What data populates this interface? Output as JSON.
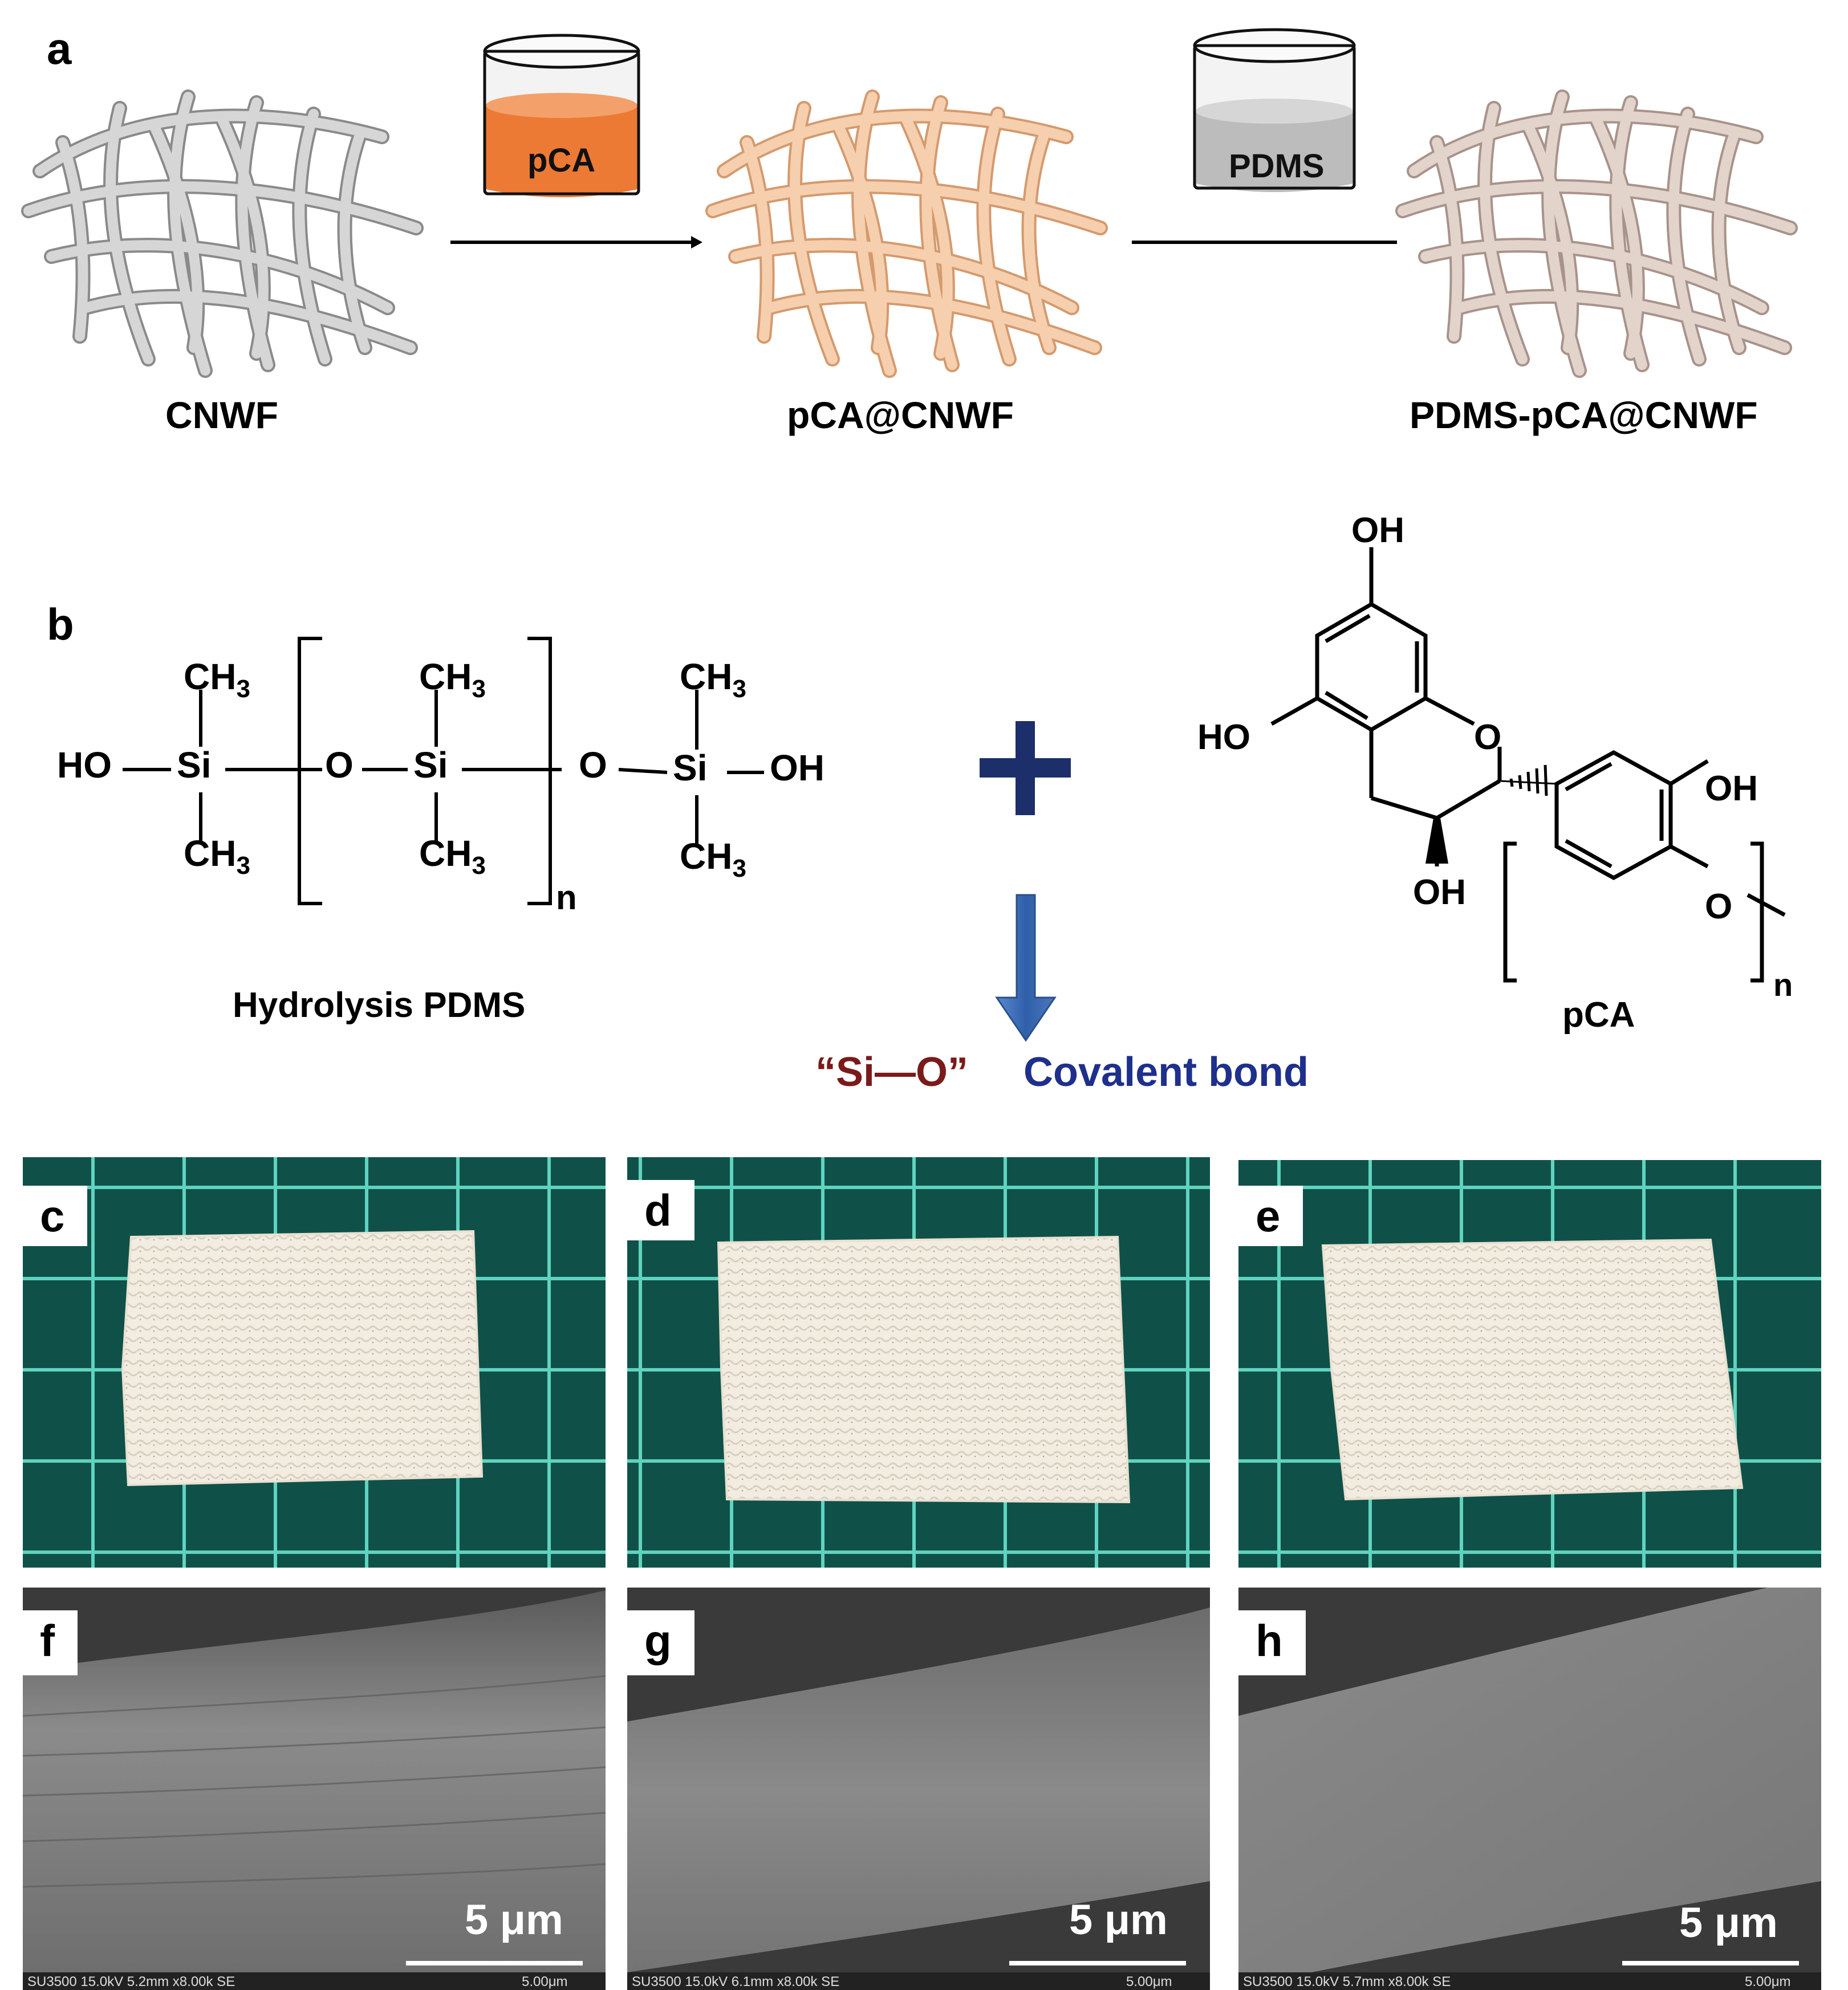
{
  "panels": {
    "a": "a",
    "b": "b",
    "c": "c",
    "d": "d",
    "e": "e",
    "f": "f",
    "g": "g",
    "h": "h"
  },
  "panel_a": {
    "beaker1_label": "pCA",
    "beaker2_label": "PDMS",
    "fabric1_label": "CNWF",
    "fabric2_label": "pCA@CNWF",
    "fabric3_label": "PDMS-pCA@CNWF"
  },
  "panel_b": {
    "pdms": {
      "ho_left": "HO",
      "si": "Si",
      "o": "O",
      "oh_right": "OH",
      "ch3": "CH",
      "sub3": "3",
      "n": "n",
      "caption": "Hydrolysis PDMS"
    },
    "pca": {
      "oh_top": "OH",
      "ho_left": "HO",
      "o_ring": "O",
      "oh_right": "OH",
      "oh_bottom": "OH",
      "o_link": "O",
      "n": "n",
      "caption": "pCA"
    },
    "result_quote": "“Si—O”",
    "result_text": "Covalent bond"
  },
  "sem": {
    "scalebar_f": "5 μm",
    "scalebar_g": "5 μm",
    "scalebar_h": "5 μm",
    "footer_f": "SU3500 15.0kV 5.2mm x8.00k SE",
    "footer_g": "SU3500 15.0kV 6.1mm x8.00k SE",
    "footer_h": "SU3500 15.0kV 5.7mm x8.00k SE",
    "footer_scale": "5.00μm"
  },
  "colors": {
    "pca_fluid": "#ec7a35",
    "pdms_fluid": "#bdbdbd",
    "fiber_gray": "#c9c9c9",
    "fiber_peach": "#f2c4a0",
    "fiber_taupe": "#d8c8bf",
    "plus": "#1c2f6b",
    "arrow_blue": "#3d6fb8",
    "si_o": "#7b1a1a",
    "covalent": "#1f2f8c",
    "mat_green": "#0f5148",
    "grid_line": "#5fd3c0",
    "fabric": "#f3eee4",
    "sem_gray": "#7a7a7a"
  }
}
